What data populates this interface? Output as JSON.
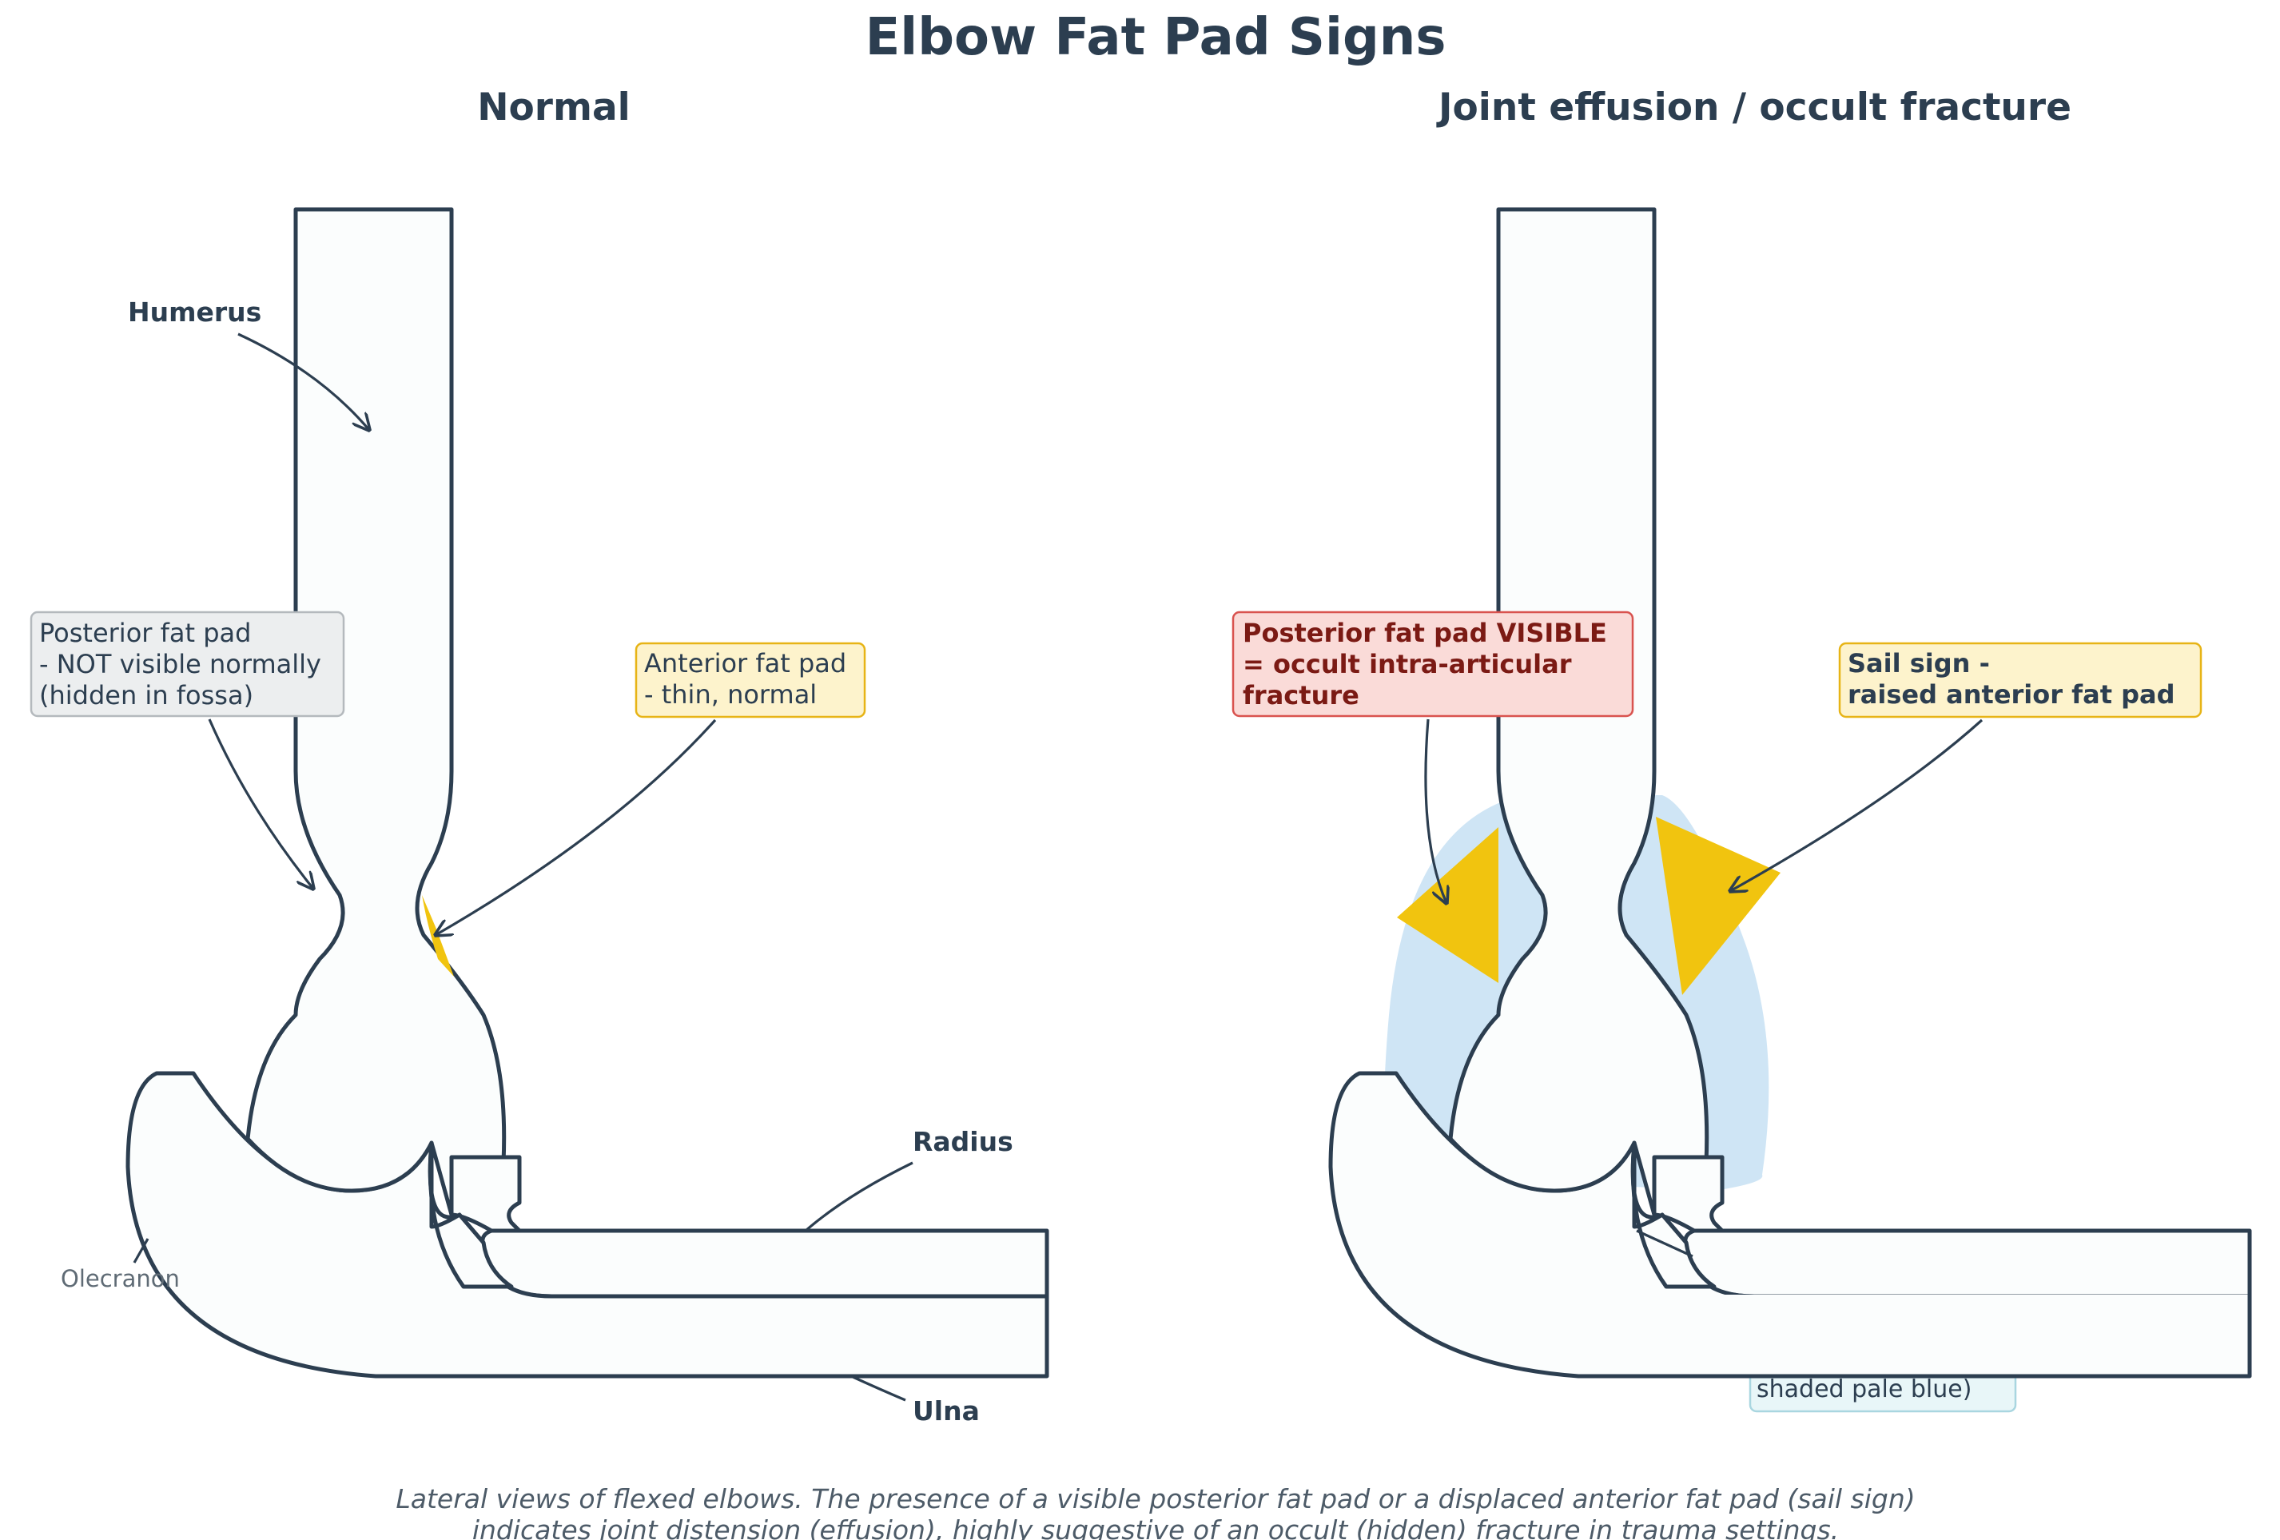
{
  "title": "Elbow Fat Pad Signs",
  "panels": {
    "normal": {
      "title": "Normal",
      "labels": {
        "humerus": "Humerus",
        "radius": "Radius",
        "ulna": "Ulna",
        "olecranon": "Olecranon"
      },
      "posterior_box": {
        "line1": "Posterior fat pad",
        "line2": "- NOT visible normally",
        "line3": "(hidden in fossa)"
      },
      "anterior_box": {
        "line1": "Anterior fat pad",
        "line2": "- thin, normal"
      }
    },
    "effusion": {
      "title": "Joint effusion / occult fracture",
      "posterior_box": {
        "line1": "Posterior fat pad VISIBLE",
        "line2": "= occult intra-articular",
        "line3": "fracture"
      },
      "sail_box": {
        "line1": "Sail sign -",
        "line2": "raised anterior fat pad"
      },
      "effusion_box": {
        "line1": "shaded pale blue)"
      }
    }
  },
  "caption": {
    "line1": "Lateral views of flexed elbows. The presence of a visible posterior fat pad or a displaced anterior fat pad (sail sign)",
    "line2": "indicates joint distension (effusion), highly suggestive of an occult (hidden) fracture in trauma settings."
  },
  "colors": {
    "ink": "#2c3e50",
    "fat_pad": "#f1c40f",
    "effusion": "#cfe5f5",
    "anterior_box_fill": "#fdf3cc",
    "posterior_box_fill": "#eceeef",
    "warning_box_fill": "#fadbd8",
    "warning_text": "#7b1a14"
  }
}
